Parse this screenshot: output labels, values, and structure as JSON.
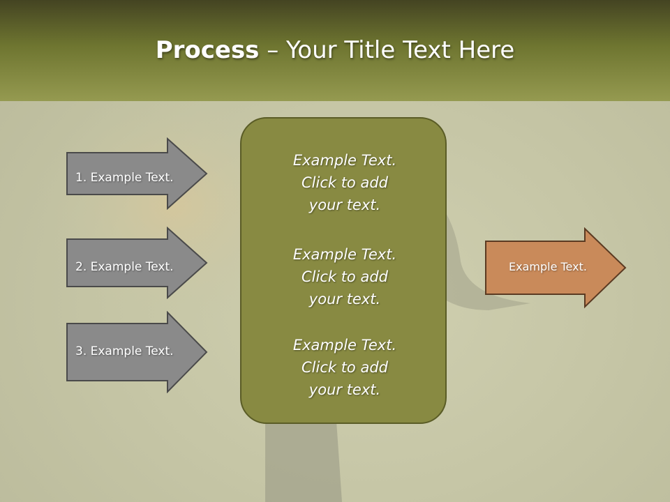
{
  "slide": {
    "title_bold": "Process",
    "title_rest": " – Your Title Text Here"
  },
  "left_arrows": [
    {
      "label": "1. Example Text."
    },
    {
      "label": "2. Example Text."
    },
    {
      "label": "3. Example Text."
    }
  ],
  "center_box": {
    "items": [
      {
        "text": "Example Text.\nClick  to add\nyour text."
      },
      {
        "text": "Example Text.\nClick  to add\nyour text."
      },
      {
        "text": "Example Text.\nClick  to add\nyour text."
      }
    ]
  },
  "right_arrow": {
    "label": "Example Text."
  },
  "colors": {
    "header_top": "#444422",
    "header_bottom": "#959a50",
    "left_arrow_fill": "#8a8a8a",
    "center_box_fill": "#888a42",
    "right_arrow_fill": "#c98a5a"
  }
}
